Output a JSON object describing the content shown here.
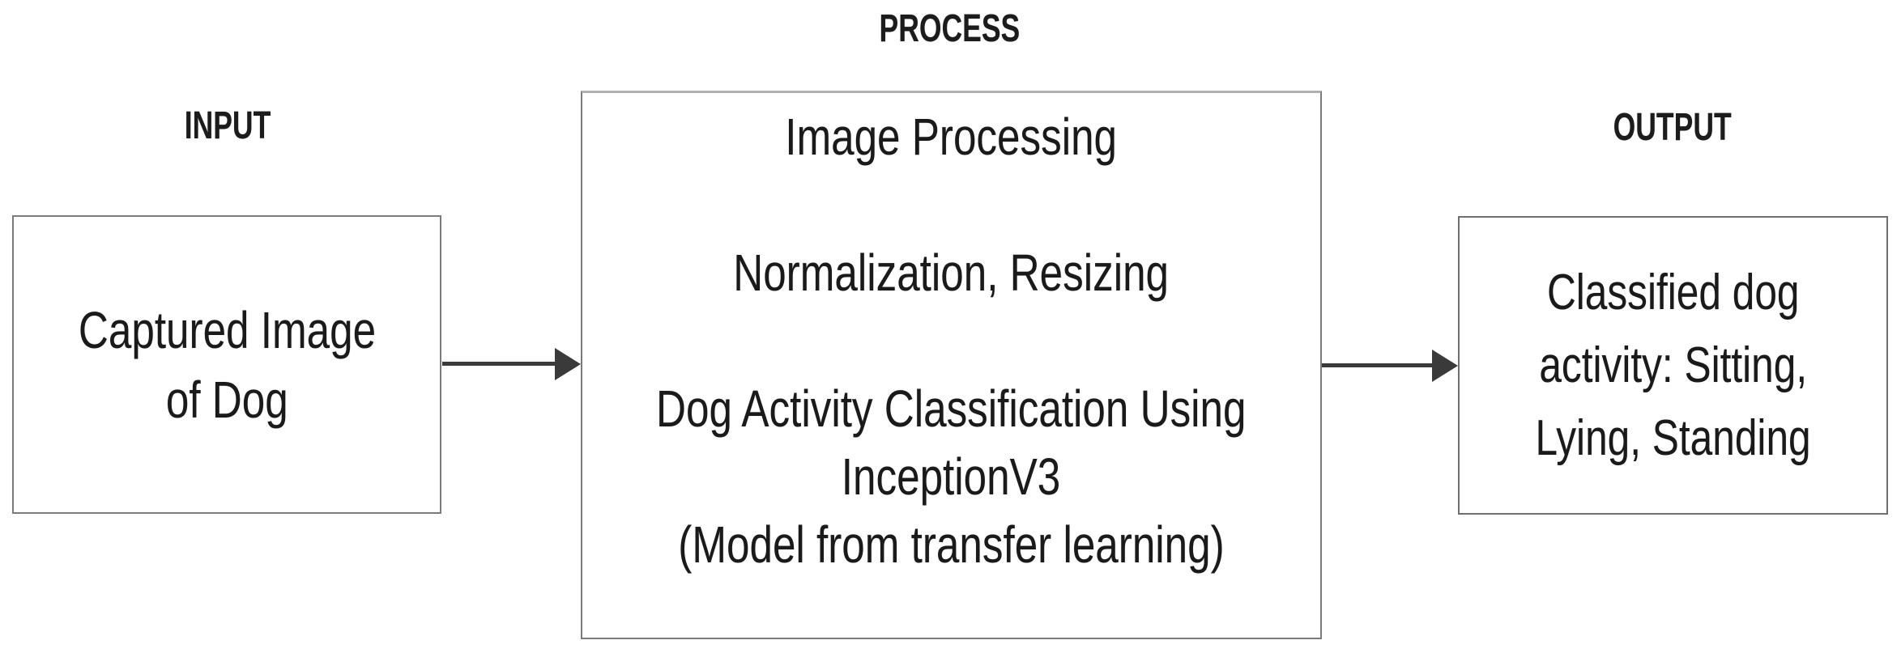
{
  "diagram": {
    "stages": {
      "input_label": "INPUT",
      "process_label": "PROCESS",
      "output_label": "OUTPUT"
    },
    "input_box": {
      "lines": [
        "Captured Image",
        "of Dog"
      ]
    },
    "process_box": {
      "lines": [
        "Image Processing",
        "",
        "Normalization, Resizing",
        "",
        "Dog Activity Classification Using",
        "InceptionV3",
        "(Model from transfer learning)"
      ]
    },
    "output_box": {
      "lines": [
        "Classified dog",
        "activity: Sitting,",
        "Lying, Standing"
      ]
    },
    "arrows": [
      {
        "icon": "arrow-right-icon",
        "from": "input-box",
        "to": "process-box"
      },
      {
        "icon": "arrow-right-icon",
        "from": "process-box",
        "to": "output-box"
      }
    ],
    "colors": {
      "text": "#1a1a1a",
      "box_border": "#6f6f6f",
      "box_border_top_process": "#b0b0b0",
      "arrow": "#3a3a3a",
      "background": "#ffffff"
    }
  }
}
